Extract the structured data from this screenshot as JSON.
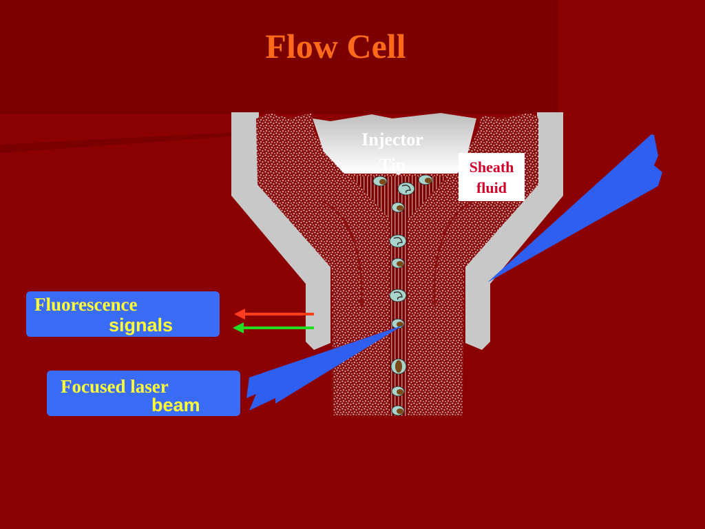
{
  "title": "Flow Cell",
  "labels": {
    "injector_line1": "Injector",
    "injector_line2": "Tip",
    "sheath_line1": "Sheath",
    "sheath_line2": "fluid",
    "fluorescence_line1": "Fluorescence",
    "fluorescence_line2": "signals",
    "laser_line1": "Focused laser",
    "laser_line2": "beam"
  },
  "colors": {
    "background": "#8b0000",
    "title": "#ff6a1a",
    "callout": "#3a6cf8",
    "callout_text": "#ffff33",
    "laser_beam": "#2f5ff0",
    "arrow_red": "#ff3c1e",
    "arrow_green": "#22dd22"
  }
}
